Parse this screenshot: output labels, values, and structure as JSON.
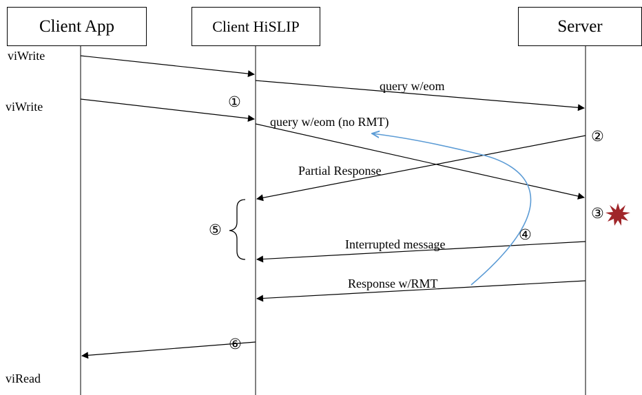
{
  "participants": {
    "client_app": "Client App",
    "client_hislip": "Client HiSLIP",
    "server": "Server"
  },
  "calls": {
    "viwrite_1": "viWrite",
    "viwrite_2": "viWrite",
    "viread": "viRead"
  },
  "messages": {
    "query_eom": "query w/eom",
    "query_eom_no_rmt": "query w/eom (no RMT)",
    "partial_response": "Partial Response",
    "interrupted_message": "Interrupted message",
    "response_rmt": "Response w/RMT"
  },
  "markers": {
    "m1": "①",
    "m2": "②",
    "m3": "③",
    "m4": "④",
    "m5": "⑤",
    "m6": "⑥"
  },
  "colors": {
    "line": "#000000",
    "annotation_curve": "#5b9bd5",
    "burst": "#a0262a"
  }
}
